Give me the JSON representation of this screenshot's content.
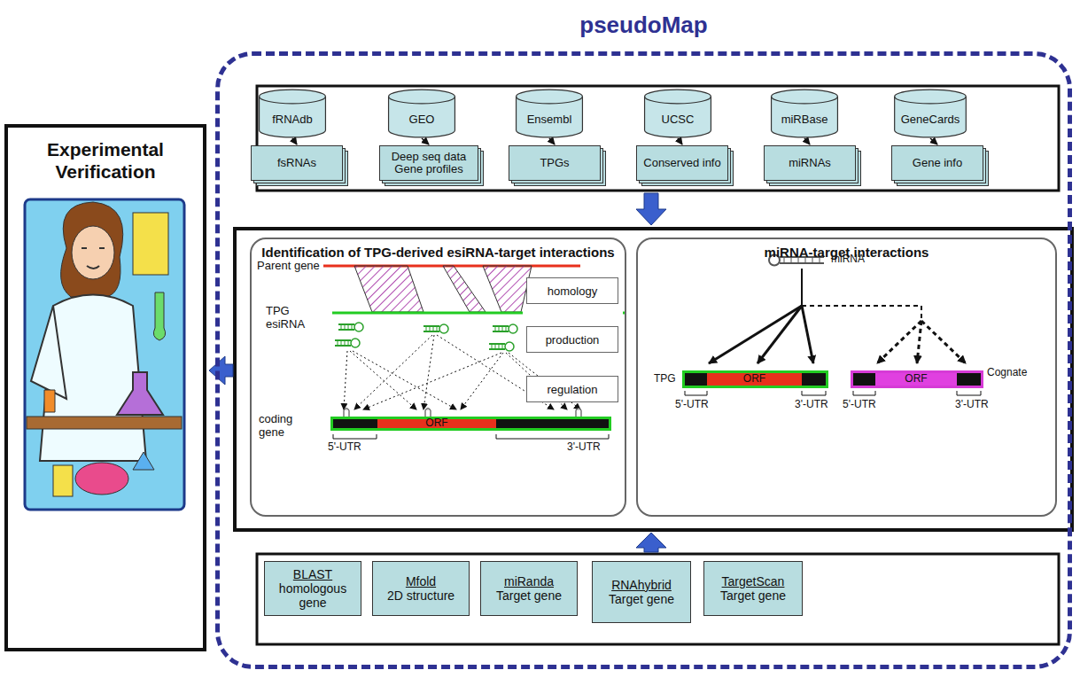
{
  "diagram": {
    "nodes": [
      {
        "text": [
          "pseudoMap"
        ]
      },
      {
        "text": [
          "fRNAdb"
        ],
        "in": 0
      },
      {
        "text": [
          "GEO"
        ],
        "in": 0
      },
      {
        "text": [
          "Ensembl"
        ],
        "in": 0
      },
      {
        "text": [
          "UCSC"
        ],
        "in": 0
      },
      {
        "text": [
          "miRBase"
        ],
        "in": 0
      },
      {
        "text": [
          "GeneCards"
        ],
        "in": 0
      },
      {
        "text": [
          "fsRNAs"
        ],
        "in": 0
      },
      {
        "text": [
          "Deep seq data Gene profiles"
        ],
        "in": 0
      },
      {
        "text": [
          "TPGs"
        ],
        "in": 0
      },
      {
        "text": [
          "Conserved info"
        ],
        "in": 0
      },
      {
        "text": [
          "miRNAs"
        ],
        "in": 0
      },
      {
        "text": [
          "Gene info"
        ],
        "in": 0
      },
      {
        "text": [
          "Identification of TPG-derived esiRNA-target interactions"
        ],
        "in": 0
      },
      {
        "text": [
          "homology"
        ],
        "in": 13
      },
      {
        "text": [
          "production"
        ],
        "in": 13
      },
      {
        "text": [
          "regulation"
        ],
        "in": 13
      },
      {
        "text": [
          "miRNA-target  interactions"
        ],
        "in": 0
      },
      {
        "text": [
          "BLAST",
          "homologous gene"
        ],
        "in": 0
      },
      {
        "text": [
          "Mfold",
          "2D structure"
        ],
        "in": 0
      },
      {
        "text": [
          "miRanda",
          "Target gene"
        ],
        "in": 0
      },
      {
        "text": [
          "RNAhybrid",
          "Target gene"
        ],
        "in": 0
      },
      {
        "text": [
          "TargetScan",
          "Target gene"
        ],
        "in": 0
      },
      {
        "text": [
          "Experimental Verification"
        ]
      }
    ],
    "edges": [
      {
        "from": 1,
        "to": 7,
        "arrow": "to"
      },
      {
        "from": 2,
        "to": 8,
        "arrow": "to"
      },
      {
        "from": 3,
        "to": 9,
        "arrow": "to"
      },
      {
        "from": 4,
        "to": 10,
        "arrow": "to"
      },
      {
        "from": 5,
        "to": 11,
        "arrow": "to"
      },
      {
        "from": 6,
        "to": 12,
        "arrow": "to"
      }
    ],
    "labels": [
      "Parent gene",
      "TPG esiRNA",
      "coding gene",
      "ORF",
      "5'-UTR",
      "3'-UTR",
      "miRNA",
      "TPG",
      "ORF",
      "5'-UTR",
      "3'-UTR",
      "ORF",
      "Cognate",
      "5'-UTR",
      "3'-UTR"
    ]
  }
}
